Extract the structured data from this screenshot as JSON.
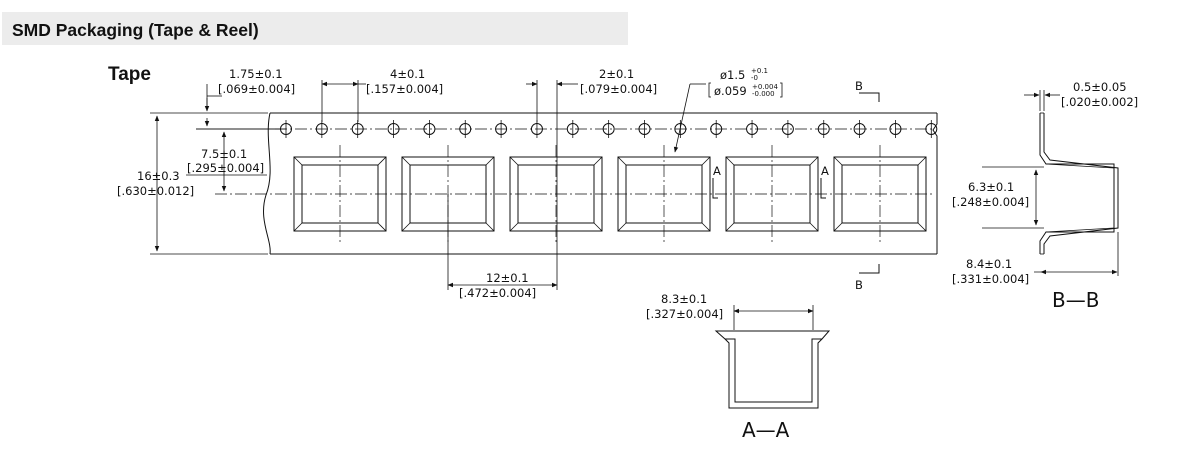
{
  "header": {
    "title": "SMD Packaging (Tape & Reel)"
  },
  "tape_heading": "Tape",
  "dims": {
    "d175": [
      "1.75±0.1",
      "[.069±0.004]"
    ],
    "d4": [
      "4±0.1",
      "[.157±0.004]"
    ],
    "d2": [
      "2±0.1",
      "[.079±0.004]"
    ],
    "d75": [
      "7.5±0.1",
      "[.295±0.004]"
    ],
    "d16": [
      "16±0.3",
      "[.630±0.012]"
    ],
    "d12": [
      "12±0.1",
      "[.472±0.004]"
    ],
    "d05": [
      "0.5±0.05",
      "[.020±0.002]"
    ],
    "d63": [
      "6.3±0.1",
      "[.248±0.004]"
    ],
    "d84": [
      "8.4±0.1",
      "[.331±0.004]"
    ],
    "d83": [
      "8.3±0.1",
      "[.327±0.004]"
    ]
  },
  "hole": {
    "dia_mm": "ø1.5",
    "tol_mm_plus": "+0.1",
    "tol_mm_minus": "-0",
    "dia_in": "ø.059",
    "tol_in_plus": "+0.004",
    "tol_in_minus": "-0.000"
  },
  "section_marks": {
    "a": "A",
    "b": "B"
  },
  "section_titles": {
    "aa": "A—A",
    "bb": "B—B"
  }
}
